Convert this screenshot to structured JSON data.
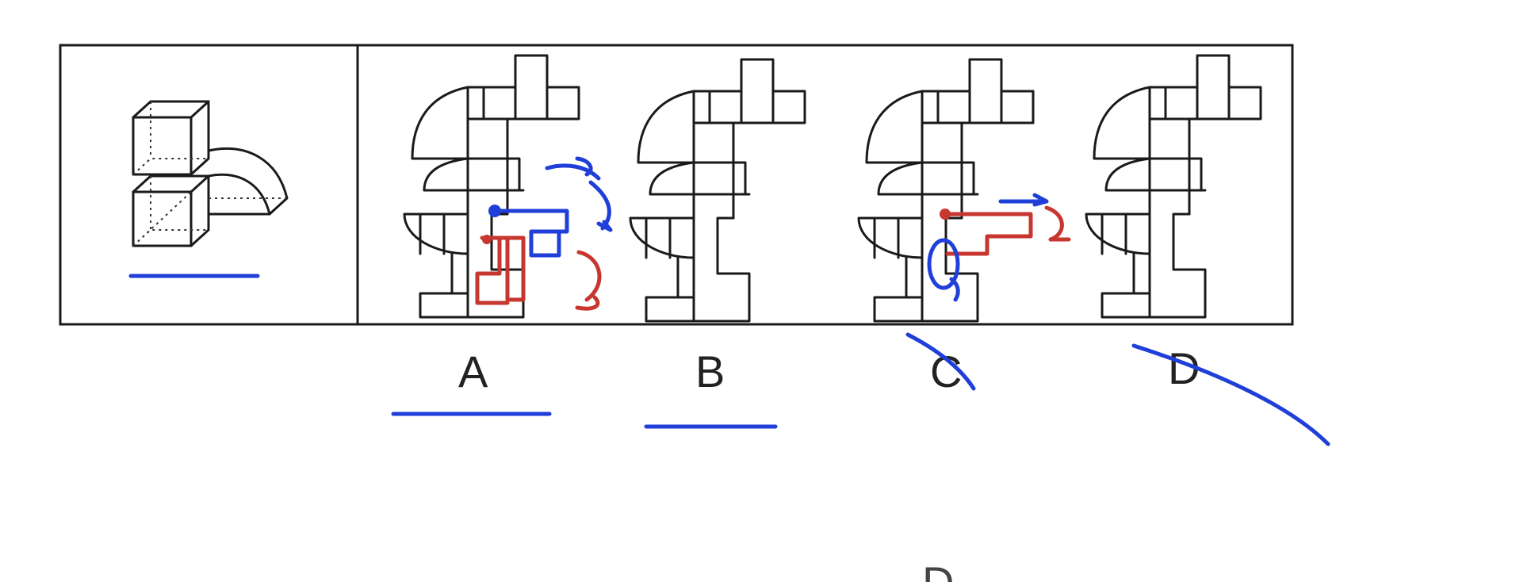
{
  "options": [
    {
      "label": "A"
    },
    {
      "label": "B"
    },
    {
      "label": "C"
    },
    {
      "label": "D"
    }
  ],
  "bottom_partial_glyph": "D",
  "colors": {
    "ink": "#1a1a1a",
    "annotation_blue": "#1f3fd8",
    "annotation_red": "#c7362f",
    "background": "#ffffff"
  }
}
